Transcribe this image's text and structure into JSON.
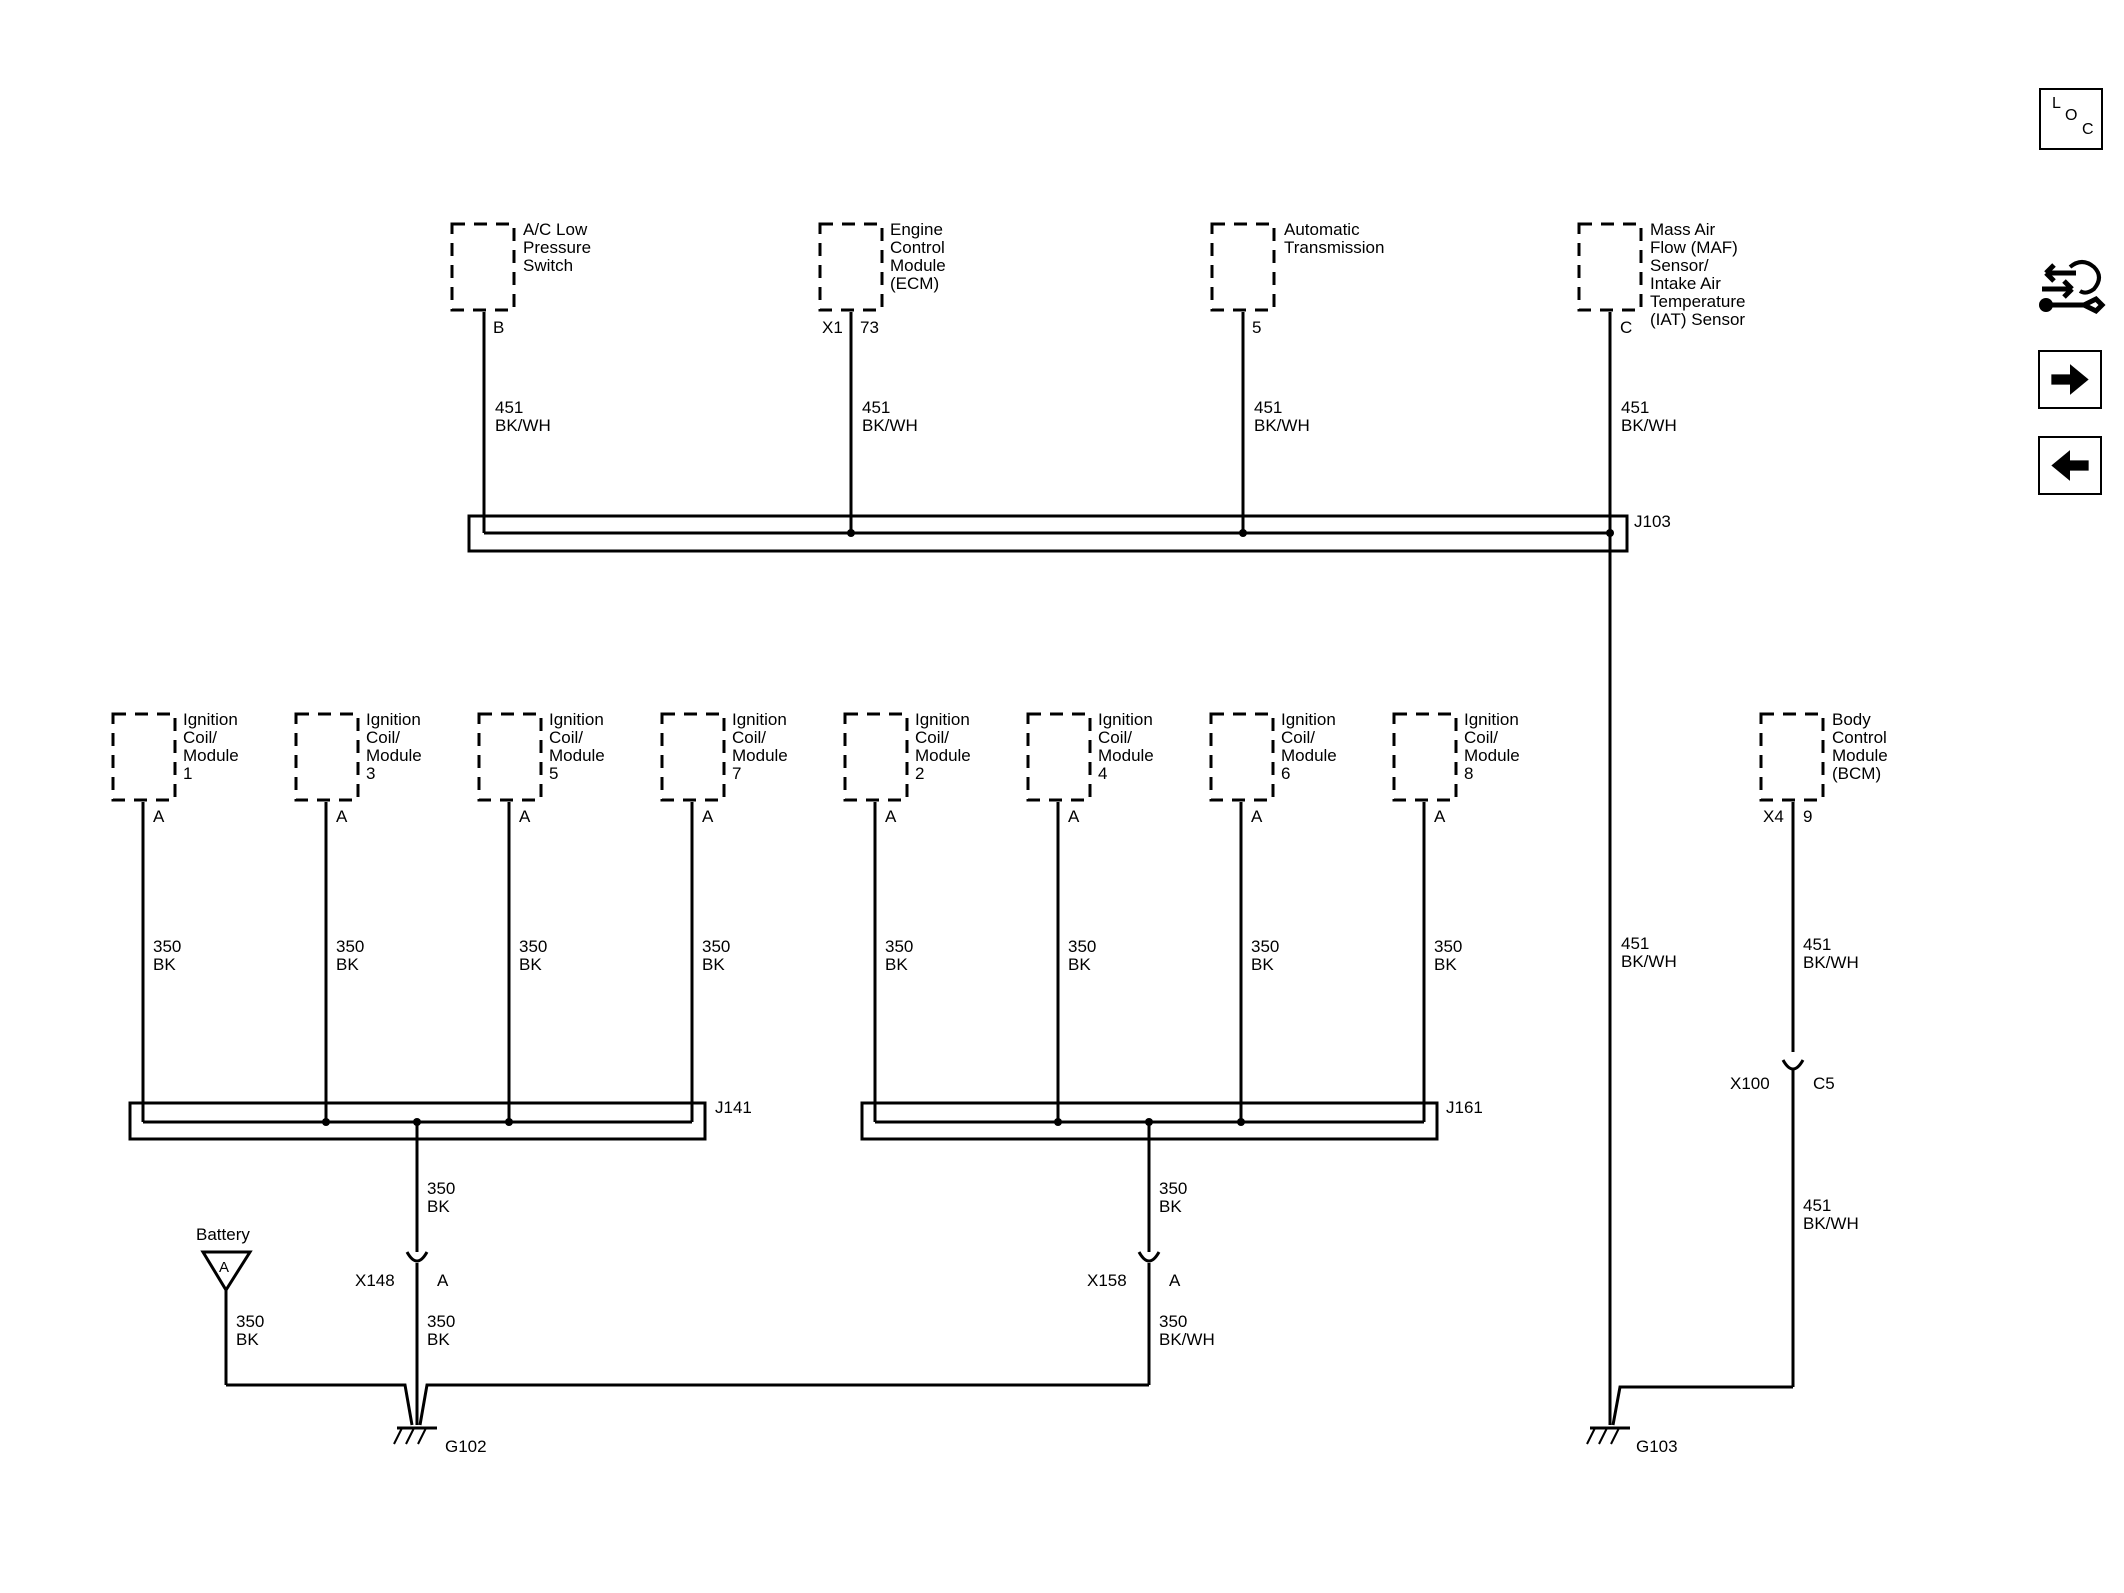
{
  "toolbar": {
    "loc": {
      "l": "L",
      "o": "O",
      "c": "C"
    },
    "icons": [
      "wrench-icon",
      "arrow-right-icon",
      "arrow-left-icon"
    ]
  },
  "diagram": {
    "modules": [
      {
        "id": "ac",
        "lines": [
          "A/C Low",
          "Pressure",
          "Switch"
        ],
        "pins": [
          "B"
        ]
      },
      {
        "id": "ecm",
        "lines": [
          "Engine",
          "Control",
          "Module",
          "(ECM)"
        ],
        "pins": [
          "X1",
          "73"
        ]
      },
      {
        "id": "trans",
        "lines": [
          "Automatic",
          "Transmission"
        ],
        "pins": [
          "5"
        ]
      },
      {
        "id": "maf",
        "lines": [
          "Mass Air",
          "Flow (MAF)",
          "Sensor/",
          "Intake Air",
          "Temperature",
          "(IAT) Sensor"
        ],
        "pins": [
          "C"
        ]
      },
      {
        "id": "coil1",
        "lines": [
          "Ignition",
          "Coil/",
          "Module",
          "1"
        ],
        "pins": [
          "A"
        ]
      },
      {
        "id": "coil3",
        "lines": [
          "Ignition",
          "Coil/",
          "Module",
          "3"
        ],
        "pins": [
          "A"
        ]
      },
      {
        "id": "coil5",
        "lines": [
          "Ignition",
          "Coil/",
          "Module",
          "5"
        ],
        "pins": [
          "A"
        ]
      },
      {
        "id": "coil7",
        "lines": [
          "Ignition",
          "Coil/",
          "Module",
          "7"
        ],
        "pins": [
          "A"
        ]
      },
      {
        "id": "coil2",
        "lines": [
          "Ignition",
          "Coil/",
          "Module",
          "2"
        ],
        "pins": [
          "A"
        ]
      },
      {
        "id": "coil4",
        "lines": [
          "Ignition",
          "Coil/",
          "Module",
          "4"
        ],
        "pins": [
          "A"
        ]
      },
      {
        "id": "coil6",
        "lines": [
          "Ignition",
          "Coil/",
          "Module",
          "6"
        ],
        "pins": [
          "A"
        ]
      },
      {
        "id": "coil8",
        "lines": [
          "Ignition",
          "Coil/",
          "Module",
          "8"
        ],
        "pins": [
          "A"
        ]
      },
      {
        "id": "bcm",
        "lines": [
          "Body",
          "Control",
          "Module",
          "(BCM)"
        ],
        "pins": [
          "X4",
          "9"
        ]
      }
    ],
    "wires": [
      {
        "id": "w-ac",
        "circuit": "451",
        "color": "BK/WH"
      },
      {
        "id": "w-ecm",
        "circuit": "451",
        "color": "BK/WH"
      },
      {
        "id": "w-trans",
        "circuit": "451",
        "color": "BK/WH"
      },
      {
        "id": "w-maf",
        "circuit": "451",
        "color": "BK/WH"
      },
      {
        "id": "w-coil1",
        "circuit": "350",
        "color": "BK"
      },
      {
        "id": "w-coil3",
        "circuit": "350",
        "color": "BK"
      },
      {
        "id": "w-coil5",
        "circuit": "350",
        "color": "BK"
      },
      {
        "id": "w-coil7",
        "circuit": "350",
        "color": "BK"
      },
      {
        "id": "w-coil2",
        "circuit": "350",
        "color": "BK"
      },
      {
        "id": "w-coil4",
        "circuit": "350",
        "color": "BK"
      },
      {
        "id": "w-coil6",
        "circuit": "350",
        "color": "BK"
      },
      {
        "id": "w-coil8",
        "circuit": "350",
        "color": "BK"
      },
      {
        "id": "w-j103-g103",
        "circuit": "451",
        "color": "BK/WH"
      },
      {
        "id": "w-bcm",
        "circuit": "451",
        "color": "BK/WH"
      },
      {
        "id": "w-x100-g103",
        "circuit": "451",
        "color": "BK/WH"
      },
      {
        "id": "w-j141-x148",
        "circuit": "350",
        "color": "BK"
      },
      {
        "id": "w-x148-g102",
        "circuit": "350",
        "color": "BK"
      },
      {
        "id": "w-j161-x158",
        "circuit": "350",
        "color": "BK"
      },
      {
        "id": "w-x158-g102",
        "circuit": "350",
        "color": "BK/WH"
      },
      {
        "id": "w-battery",
        "circuit": "350",
        "color": "BK"
      }
    ],
    "splices": [
      {
        "id": "j103",
        "label": "J103"
      },
      {
        "id": "j141",
        "label": "J141"
      },
      {
        "id": "j161",
        "label": "J161"
      }
    ],
    "connectors": [
      {
        "id": "x148",
        "name": "X148",
        "pin": "A"
      },
      {
        "id": "x158",
        "name": "X158",
        "pin": "A"
      },
      {
        "id": "x100",
        "name": "X100",
        "pin": "C5"
      }
    ],
    "grounds": [
      {
        "id": "g102",
        "label": "G102"
      },
      {
        "id": "g103",
        "label": "G103"
      }
    ],
    "battery": {
      "label": "Battery",
      "symbol": "A"
    }
  }
}
